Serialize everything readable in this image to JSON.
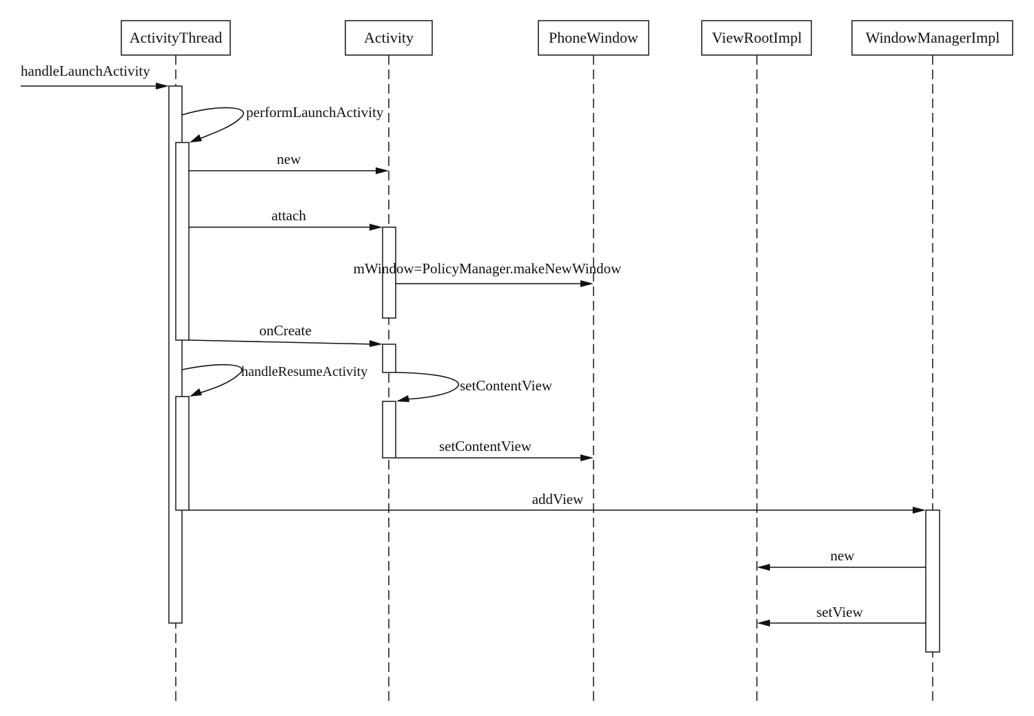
{
  "participants": [
    {
      "name": "ActivityThread"
    },
    {
      "name": "Activity"
    },
    {
      "name": "PhoneWindow"
    },
    {
      "name": "ViewRootImpl"
    },
    {
      "name": "WindowManagerImpl"
    }
  ],
  "messages": [
    {
      "id": "handle-launch",
      "label": "handleLaunchActivity",
      "from": "external",
      "to": "ActivityThread"
    },
    {
      "id": "perform-launch",
      "label": "performLaunchActivity",
      "from": "ActivityThread",
      "to": "ActivityThread"
    },
    {
      "id": "new-activity",
      "label": "new",
      "from": "ActivityThread",
      "to": "Activity"
    },
    {
      "id": "attach",
      "label": "attach",
      "from": "ActivityThread",
      "to": "Activity"
    },
    {
      "id": "make-new-window",
      "label": "mWindow=PolicyManager.makeNewWindow",
      "from": "Activity",
      "to": "PhoneWindow"
    },
    {
      "id": "on-create",
      "label": "onCreate",
      "from": "ActivityThread",
      "to": "Activity"
    },
    {
      "id": "handle-resume",
      "label": "handleResumeActivity",
      "from": "ActivityThread",
      "to": "ActivityThread"
    },
    {
      "id": "set-content-view-self",
      "label": "setContentView",
      "from": "Activity",
      "to": "Activity"
    },
    {
      "id": "set-content-view",
      "label": "setContentView",
      "from": "Activity",
      "to": "PhoneWindow"
    },
    {
      "id": "add-view",
      "label": "addView",
      "from": "ActivityThread",
      "to": "WindowManagerImpl"
    },
    {
      "id": "new-viewroot",
      "label": "new",
      "from": "WindowManagerImpl",
      "to": "ViewRootImpl"
    },
    {
      "id": "set-view",
      "label": "setView",
      "from": "WindowManagerImpl",
      "to": "ViewRootImpl"
    }
  ]
}
